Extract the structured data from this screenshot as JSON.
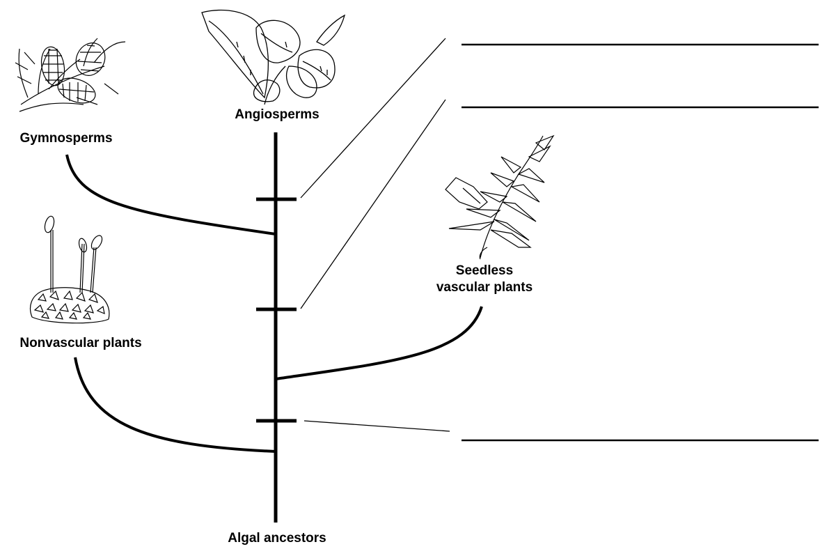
{
  "labels": {
    "angiosperms": "Angiosperms",
    "gymnosperms": "Gymnosperms",
    "nonvascular": "Nonvascular plants",
    "seedless_line1": "Seedless",
    "seedless_line2": "vascular plants",
    "algal": "Algal ancestors"
  },
  "answer_blanks": [
    "",
    "",
    ""
  ],
  "colors": {
    "ink": "#000000",
    "background": "#ffffff"
  },
  "icons": [
    "pine-cone-icon",
    "leafy-plant-icon",
    "moss-icon",
    "fern-frond-icon"
  ]
}
